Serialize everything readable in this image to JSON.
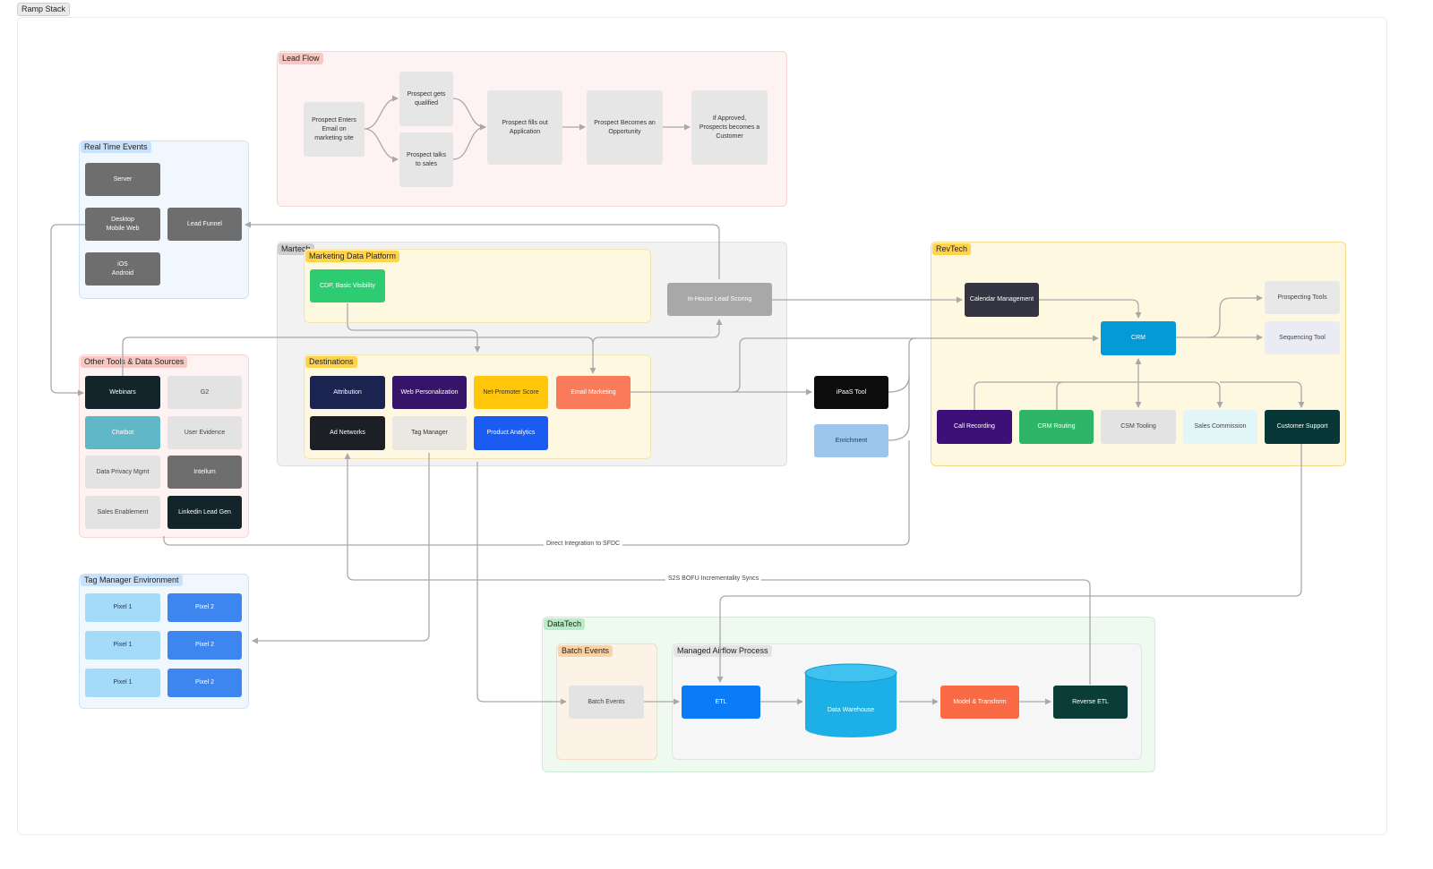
{
  "canvas": {
    "title": "Ramp Stack"
  },
  "groups": {
    "lead_flow": "Lead Flow",
    "real_time": "Real Time Events",
    "martech": "Martech",
    "mdp": "Marketing Data Platform",
    "destinations": "Destinations",
    "revtech": "RevTech",
    "other_tools": "Other Tools & Data Sources",
    "tag_manager_env": "Tag Manager Environment",
    "datatech": "DataTech",
    "batch_events": "Batch Events",
    "airflow": "Managed Airflow Process"
  },
  "nodes": {
    "lf_enter": "Prospect Enters\nEmail on\nmarketing site",
    "lf_qualified": "Prospect gets\nqualified",
    "lf_talks": "Prospect talks\nto sales",
    "lf_fills": "Prospect fills out\nApplication",
    "lf_opportunity": "Prospect Becomes an\nOpportunity",
    "lf_approved": "If Approved,\nProspects becomes a\nCustomer",
    "rt_server": "Server",
    "rt_desktop": "Desktop\nMobile Web",
    "rt_ios": "iOS\nAndroid",
    "rt_leadfunnel": "Lead Funnel",
    "mdp_cdp": "CDP, Basic Visibility",
    "lead_scoring": "In-House Lead Scoring",
    "dest_attribution": "Attribution",
    "dest_webpers": "Web Personalization",
    "dest_nps": "Net-Promoter Score",
    "dest_email": "Email Marketing",
    "dest_adnet": "Ad Networks",
    "dest_tagmgr": "Tag Manager",
    "dest_prodan": "Product Analytics",
    "ipaas": "iPaaS Tool",
    "enrichment": "Enrichment",
    "rev_calendar": "Calendar Management",
    "rev_crm": "CRM",
    "rev_prospecting": "Prospecting Tools",
    "rev_sequencing": "Sequencing Tool",
    "rev_callrec": "Call Recording",
    "rev_crmrouting": "CRM Routing",
    "rev_csm": "CSM Tooling",
    "rev_salescomm": "Sales Commission",
    "rev_support": "Customer Support",
    "ot_webinars": "Webinars",
    "ot_g2": "G2",
    "ot_chatbot": "Chatbot",
    "ot_userevidence": "User Evidence",
    "ot_privacy": "Data Privacy Mgmt",
    "ot_intellum": "Intellum",
    "ot_salesenable": "Sales Enablement",
    "ot_linkedin": "Linkedin Lead Gen",
    "tm_p1a": "Pixel 1",
    "tm_p2a": "Pixel 2",
    "tm_p1b": "Pixel 1",
    "tm_p2b": "Pixel 2",
    "tm_p1c": "Pixel 1",
    "tm_p2c": "Pixel 2",
    "dt_batch": "Batch Events",
    "dt_etl": "ETL",
    "dt_warehouse": "Data Warehouse",
    "dt_model": "Model & Transform",
    "dt_reverse": "Reverse ETL"
  },
  "edge_labels": {
    "direct_sfdc": "Direct Integration to SFDC",
    "s2s_syncs": "S2S BOFU Incrementality Syncs"
  },
  "colors": {
    "lead_flow_bg": "#fef3f2",
    "realtime_bg": "#f0f7fe",
    "martech_bg": "#f1f1f1",
    "yellow_bg": "#fff8e1",
    "revtech_bg": "#fff8e1",
    "other_bg": "#fef3f2",
    "datatech_bg": "#eefaf0",
    "wire": "#a9a9a9"
  }
}
